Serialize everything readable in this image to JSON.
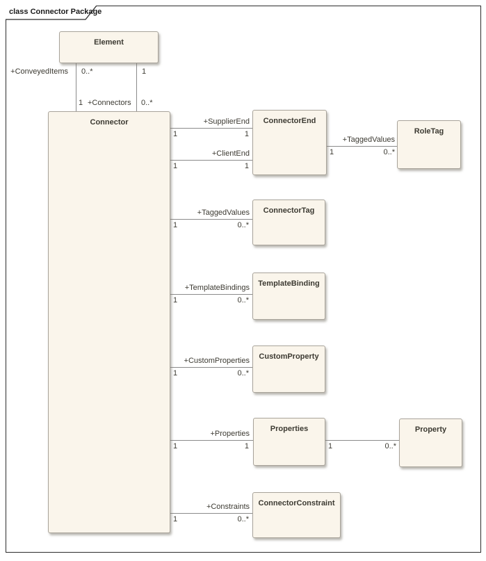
{
  "frame": {
    "tab_label": "class Connector Package"
  },
  "classes": {
    "element": "Element",
    "connector": "Connector",
    "connector_end": "ConnectorEnd",
    "role_tag": "RoleTag",
    "connector_tag": "ConnectorTag",
    "template_binding": "TemplateBinding",
    "custom_property": "CustomProperty",
    "properties": "Properties",
    "property": "Property",
    "connector_constraint": "ConnectorConstraint"
  },
  "associations": {
    "conveyed_items": {
      "label": "+ConveyedItems",
      "element_mult": "0..*",
      "connector_mult": "1"
    },
    "connectors": {
      "label": "+Connectors",
      "element_mult": "1",
      "connector_mult": "0..*"
    },
    "supplier_end": {
      "label": "+SupplierEnd",
      "source_mult": "1",
      "target_mult": "1"
    },
    "client_end": {
      "label": "+ClientEnd",
      "source_mult": "1",
      "target_mult": "1"
    },
    "connector_end_tagged_values": {
      "label": "+TaggedValues",
      "source_mult": "1",
      "target_mult": "0..*"
    },
    "connector_tagged_values": {
      "label": "+TaggedValues",
      "source_mult": "1",
      "target_mult": "0..*"
    },
    "template_bindings": {
      "label": "+TemplateBindings",
      "source_mult": "1",
      "target_mult": "0..*"
    },
    "custom_properties": {
      "label": "+CustomProperties",
      "source_mult": "1",
      "target_mult": "0..*"
    },
    "properties": {
      "label": "+Properties",
      "source_mult": "1",
      "target_mult": "1"
    },
    "properties_property": {
      "source_mult": "1",
      "target_mult": "0..*"
    },
    "constraints": {
      "label": "+Constraints",
      "source_mult": "1",
      "target_mult": "0..*"
    }
  },
  "colors": {
    "box_fill": "#faf5eb",
    "box_border": "#a8a39a",
    "line": "#8a8a8a",
    "text": "#3c3a32",
    "frame_border": "#2b2b2b"
  }
}
